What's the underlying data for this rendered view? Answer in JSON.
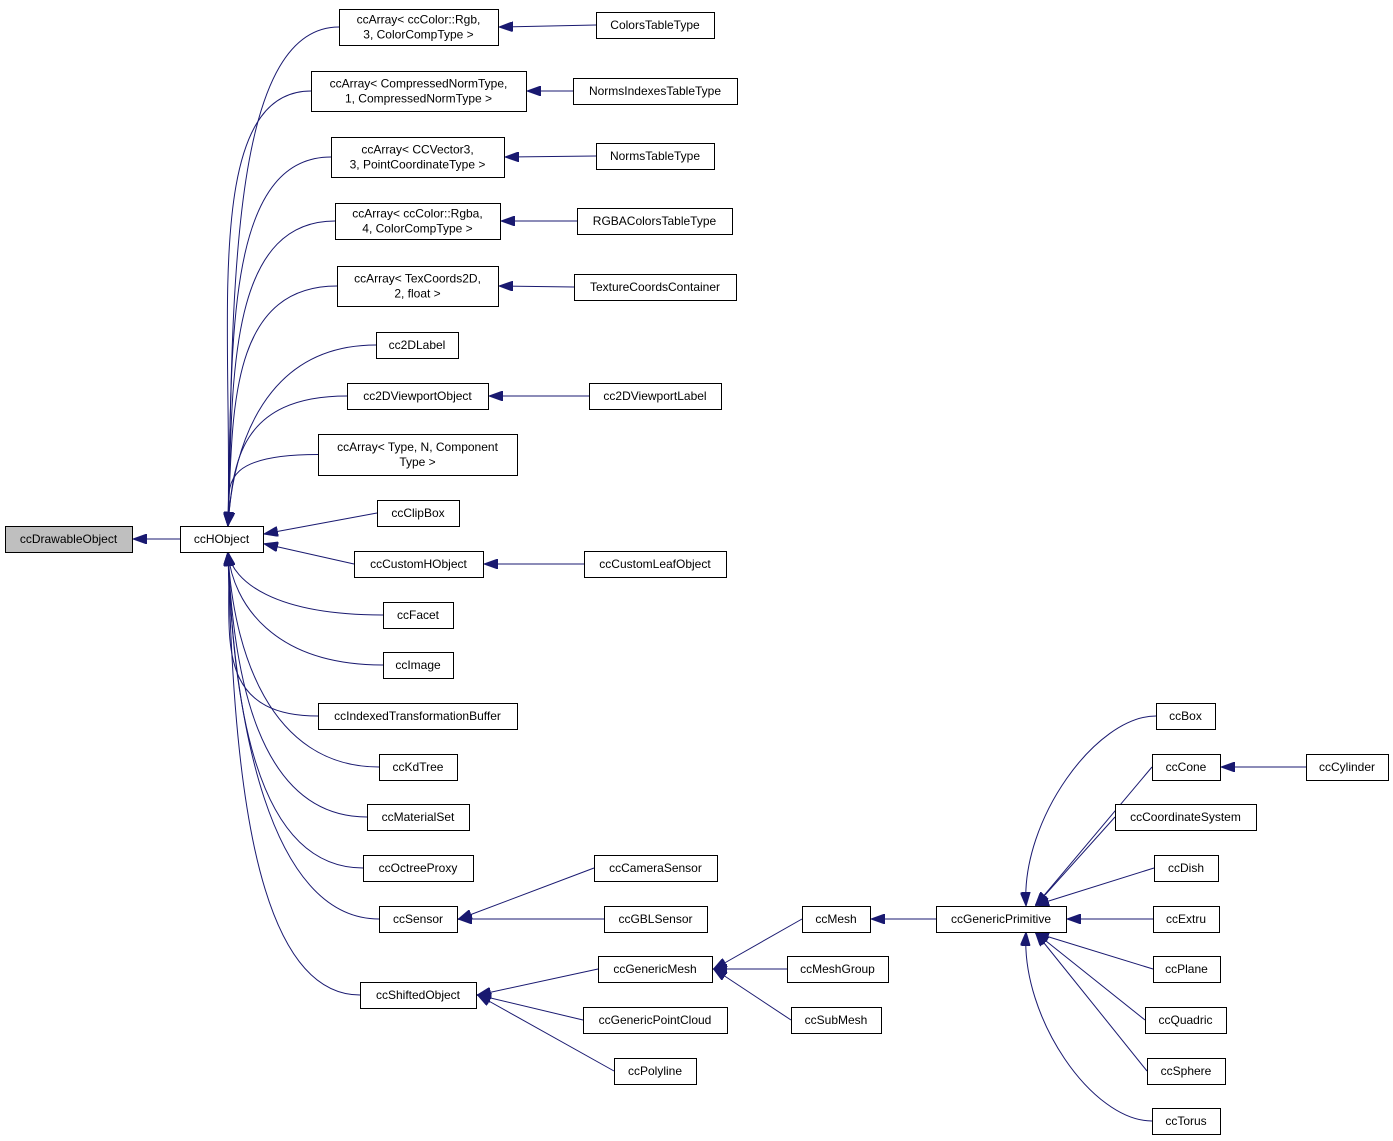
{
  "diagram": {
    "colors": {
      "edge": "#191970",
      "node_border": "#000000",
      "root_fill": "#bfbfbf",
      "node_fill": "#ffffff"
    },
    "nodes": [
      {
        "id": "ccDrawableObject",
        "lines": [
          "ccDrawableObject"
        ],
        "root": true
      },
      {
        "id": "ccHObject",
        "lines": [
          "ccHObject"
        ]
      },
      {
        "id": "ccArrayRgb",
        "lines": [
          "ccArray< ccColor::Rgb,",
          "3, ColorCompType >"
        ]
      },
      {
        "id": "ColorsTableType",
        "lines": [
          "ColorsTableType"
        ]
      },
      {
        "id": "ccArrayNorm",
        "lines": [
          "ccArray< CompressedNormType,",
          "1, CompressedNormType >"
        ]
      },
      {
        "id": "NormsIndexesTableType",
        "lines": [
          "NormsIndexesTableType"
        ]
      },
      {
        "id": "ccArrayVec3",
        "lines": [
          "ccArray< CCVector3,",
          "3, PointCoordinateType >"
        ]
      },
      {
        "id": "NormsTableType",
        "lines": [
          "NormsTableType"
        ]
      },
      {
        "id": "ccArrayRgba",
        "lines": [
          "ccArray< ccColor::Rgba,",
          "4, ColorCompType >"
        ]
      },
      {
        "id": "RGBAColorsTableType",
        "lines": [
          "RGBAColorsTableType"
        ]
      },
      {
        "id": "ccArrayTex",
        "lines": [
          "ccArray< TexCoords2D,",
          "2, float >"
        ]
      },
      {
        "id": "TextureCoordsContainer",
        "lines": [
          "TextureCoordsContainer"
        ]
      },
      {
        "id": "cc2DLabel",
        "lines": [
          "cc2DLabel"
        ]
      },
      {
        "id": "cc2DViewportObject",
        "lines": [
          "cc2DViewportObject"
        ]
      },
      {
        "id": "cc2DViewportLabel",
        "lines": [
          "cc2DViewportLabel"
        ]
      },
      {
        "id": "ccArrayGeneric",
        "lines": [
          "ccArray< Type, N, Component",
          "Type >"
        ]
      },
      {
        "id": "ccClipBox",
        "lines": [
          "ccClipBox"
        ]
      },
      {
        "id": "ccCustomHObject",
        "lines": [
          "ccCustomHObject"
        ]
      },
      {
        "id": "ccCustomLeafObject",
        "lines": [
          "ccCustomLeafObject"
        ]
      },
      {
        "id": "ccFacet",
        "lines": [
          "ccFacet"
        ]
      },
      {
        "id": "ccImage",
        "lines": [
          "ccImage"
        ]
      },
      {
        "id": "ccIndexedTransformationBuffer",
        "lines": [
          "ccIndexedTransformationBuffer"
        ]
      },
      {
        "id": "ccKdTree",
        "lines": [
          "ccKdTree"
        ]
      },
      {
        "id": "ccMaterialSet",
        "lines": [
          "ccMaterialSet"
        ]
      },
      {
        "id": "ccOctreeProxy",
        "lines": [
          "ccOctreeProxy"
        ]
      },
      {
        "id": "ccSensor",
        "lines": [
          "ccSensor"
        ]
      },
      {
        "id": "ccCameraSensor",
        "lines": [
          "ccCameraSensor"
        ]
      },
      {
        "id": "ccGBLSensor",
        "lines": [
          "ccGBLSensor"
        ]
      },
      {
        "id": "ccShiftedObject",
        "lines": [
          "ccShiftedObject"
        ]
      },
      {
        "id": "ccGenericMesh",
        "lines": [
          "ccGenericMesh"
        ]
      },
      {
        "id": "ccGenericPointCloud",
        "lines": [
          "ccGenericPointCloud"
        ]
      },
      {
        "id": "ccPolyline",
        "lines": [
          "ccPolyline"
        ]
      },
      {
        "id": "ccMesh",
        "lines": [
          "ccMesh"
        ]
      },
      {
        "id": "ccMeshGroup",
        "lines": [
          "ccMeshGroup"
        ]
      },
      {
        "id": "ccSubMesh",
        "lines": [
          "ccSubMesh"
        ]
      },
      {
        "id": "ccGenericPrimitive",
        "lines": [
          "ccGenericPrimitive"
        ]
      },
      {
        "id": "ccBox",
        "lines": [
          "ccBox"
        ]
      },
      {
        "id": "ccCone",
        "lines": [
          "ccCone"
        ]
      },
      {
        "id": "ccCylinder",
        "lines": [
          "ccCylinder"
        ]
      },
      {
        "id": "ccCoordinateSystem",
        "lines": [
          "ccCoordinateSystem"
        ]
      },
      {
        "id": "ccDish",
        "lines": [
          "ccDish"
        ]
      },
      {
        "id": "ccExtru",
        "lines": [
          "ccExtru"
        ]
      },
      {
        "id": "ccPlane",
        "lines": [
          "ccPlane"
        ]
      },
      {
        "id": "ccQuadric",
        "lines": [
          "ccQuadric"
        ]
      },
      {
        "id": "ccSphere",
        "lines": [
          "ccSphere"
        ]
      },
      {
        "id": "ccTorus",
        "lines": [
          "ccTorus"
        ]
      }
    ],
    "edges": [
      {
        "from": "ccHObject",
        "to": "ccDrawableObject"
      },
      {
        "from": "ccArrayRgb",
        "to": "ccHObject"
      },
      {
        "from": "ccArrayNorm",
        "to": "ccHObject"
      },
      {
        "from": "ccArrayVec3",
        "to": "ccHObject"
      },
      {
        "from": "ccArrayRgba",
        "to": "ccHObject"
      },
      {
        "from": "ccArrayTex",
        "to": "ccHObject"
      },
      {
        "from": "cc2DLabel",
        "to": "ccHObject"
      },
      {
        "from": "cc2DViewportObject",
        "to": "ccHObject"
      },
      {
        "from": "ccArrayGeneric",
        "to": "ccHObject"
      },
      {
        "from": "ccClipBox",
        "to": "ccHObject"
      },
      {
        "from": "ccCustomHObject",
        "to": "ccHObject"
      },
      {
        "from": "ccFacet",
        "to": "ccHObject"
      },
      {
        "from": "ccImage",
        "to": "ccHObject"
      },
      {
        "from": "ccIndexedTransformationBuffer",
        "to": "ccHObject"
      },
      {
        "from": "ccKdTree",
        "to": "ccHObject"
      },
      {
        "from": "ccMaterialSet",
        "to": "ccHObject"
      },
      {
        "from": "ccOctreeProxy",
        "to": "ccHObject"
      },
      {
        "from": "ccSensor",
        "to": "ccHObject"
      },
      {
        "from": "ccShiftedObject",
        "to": "ccHObject"
      },
      {
        "from": "ColorsTableType",
        "to": "ccArrayRgb"
      },
      {
        "from": "NormsIndexesTableType",
        "to": "ccArrayNorm"
      },
      {
        "from": "NormsTableType",
        "to": "ccArrayVec3"
      },
      {
        "from": "RGBAColorsTableType",
        "to": "ccArrayRgba"
      },
      {
        "from": "TextureCoordsContainer",
        "to": "ccArrayTex"
      },
      {
        "from": "cc2DViewportLabel",
        "to": "cc2DViewportObject"
      },
      {
        "from": "ccCustomLeafObject",
        "to": "ccCustomHObject"
      },
      {
        "from": "ccCameraSensor",
        "to": "ccSensor"
      },
      {
        "from": "ccGBLSensor",
        "to": "ccSensor"
      },
      {
        "from": "ccGenericMesh",
        "to": "ccShiftedObject"
      },
      {
        "from": "ccGenericPointCloud",
        "to": "ccShiftedObject"
      },
      {
        "from": "ccPolyline",
        "to": "ccShiftedObject"
      },
      {
        "from": "ccMesh",
        "to": "ccGenericMesh"
      },
      {
        "from": "ccMeshGroup",
        "to": "ccGenericMesh"
      },
      {
        "from": "ccSubMesh",
        "to": "ccGenericMesh"
      },
      {
        "from": "ccGenericPrimitive",
        "to": "ccMesh"
      },
      {
        "from": "ccBox",
        "to": "ccGenericPrimitive"
      },
      {
        "from": "ccCone",
        "to": "ccGenericPrimitive"
      },
      {
        "from": "ccCoordinateSystem",
        "to": "ccGenericPrimitive"
      },
      {
        "from": "ccDish",
        "to": "ccGenericPrimitive"
      },
      {
        "from": "ccExtru",
        "to": "ccGenericPrimitive"
      },
      {
        "from": "ccPlane",
        "to": "ccGenericPrimitive"
      },
      {
        "from": "ccQuadric",
        "to": "ccGenericPrimitive"
      },
      {
        "from": "ccSphere",
        "to": "ccGenericPrimitive"
      },
      {
        "from": "ccTorus",
        "to": "ccGenericPrimitive"
      },
      {
        "from": "ccCylinder",
        "to": "ccCone"
      }
    ]
  }
}
